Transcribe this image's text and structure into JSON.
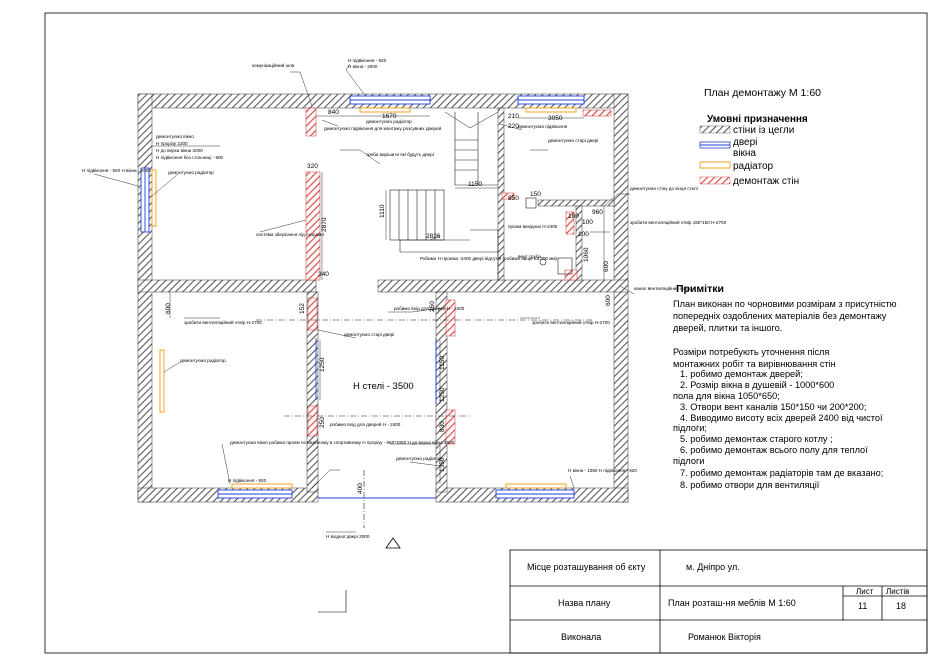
{
  "plan_title": "План демонтажу М 1:60",
  "legend": {
    "heading": "Умовні призначення",
    "items": [
      {
        "label": "стіни із цегли",
        "kind": "hatch",
        "color": "#555555"
      },
      {
        "label": "двері",
        "kind": "line",
        "color": "#1f3fd8"
      },
      {
        "label": "вікна",
        "kind": "none",
        "color": "#1f3fd8"
      },
      {
        "label": "радіатор",
        "kind": "box",
        "color": "#f0a020"
      },
      {
        "label": "демонтаж стін",
        "kind": "hatch",
        "color": "#e24848"
      }
    ]
  },
  "notes": {
    "heading": "Примітки",
    "intro": [
      "План виконан по чорновими розмірам з присутністю",
      "попередніх оздоблених матеріалів без демонтажу",
      "дверей, плитки та іншого."
    ],
    "sub": [
      "Розміри потребують уточнення після",
      "монтажних робіт та вирівнювання стін"
    ],
    "items": [
      "1.      робимо демонтаж дверей;",
      "2.      Розмір вікна в душевій - 1000*600",
      "3.      Отвори вент каналів 150*150 чи 200*200;",
      "4.      Виводимо висоту всіх дверей 2400 від чистої",
      "5.      робимо демонтаж старого котлу ;",
      "6.      робимо демонтаж всього полу для теплої",
      "7.      робимо демонтаж радіаторів там де вказано;",
      "8.      робимо отвори для вентиляції"
    ],
    "continuations": [
      "пола для вікна 1050*650;",
      "підлоги;",
      "підлоги"
    ]
  },
  "ceiling_label": "Н стелі - 3500",
  "dimensions": [
    "840",
    "1670",
    "3050",
    "220",
    "320",
    "2870",
    "340",
    "1150",
    "850",
    "150",
    "1110",
    "2826",
    "960",
    "100",
    "100",
    "1060",
    "600",
    "600",
    "152",
    "250",
    "1250",
    "1150",
    "1250",
    "250",
    "830",
    "600",
    "1350",
    "400",
    "210",
    "180"
  ],
  "annotations": [
    "демонтуємо вікно",
    "Н прорізу 2200",
    "Н до верха вікна 2000",
    "Н підвіконня без стільниці - 900",
    "Н вікна - 2000",
    "Н підвіконня - 920",
    "демонтуємо радіатор",
    "система зберігання під сходами",
    "демонтуємо підвіконня для монтажу розсувних дверей",
    "демонтуємо радіатор",
    "треба вирішити які будуть двері",
    "проем вихідних Н-2400",
    "Робимо Н проема -2400 двері відсутні (робимо вище на 300 мм)",
    "вент труба",
    "канал вентиляційний існує",
    "зробити вентиляційний отвір 150*150 Н-2700",
    "демонтуємо стіну до кінця стелі",
    "зробити вентиляційний отвір Н-2700",
    "демонтуємо радіатор",
    "демонтуємо вікно робимо проем по віконному в спортивному Н прорізу - 650*1050 Н до верха вікна 1500",
    "Н підвіконня - 920",
    "Н вхідної двері 2000",
    "зробити вентиляційний отвір Н-2700",
    "Н вікна - 1050 Н підвіконня - 920",
    "демонтуємо старі двері",
    "робимо вхід для дверей Н - 2400",
    "робимо вхід для дверей Н - 2400",
    "демонтуємо підвіконня",
    "демонтуємо радіатор",
    "Н підвіконня - 920 Н вікна - 2000",
    "комунікаційний шов",
    "демонтуємо старі двері"
  ],
  "title_block": {
    "location_label": "Місце розташування об єкту",
    "location_value": "м. Дніпро ул.",
    "plan_name_label": "Назва плану",
    "plan_name_value": "План розташ-ня меблів М 1:60",
    "sheet_label": "Лист",
    "sheets_label": "Листів",
    "sheet_value": "11",
    "sheets_value": "18",
    "executed_label": "Виконала",
    "executed_value": "Романюк Вікторія"
  }
}
